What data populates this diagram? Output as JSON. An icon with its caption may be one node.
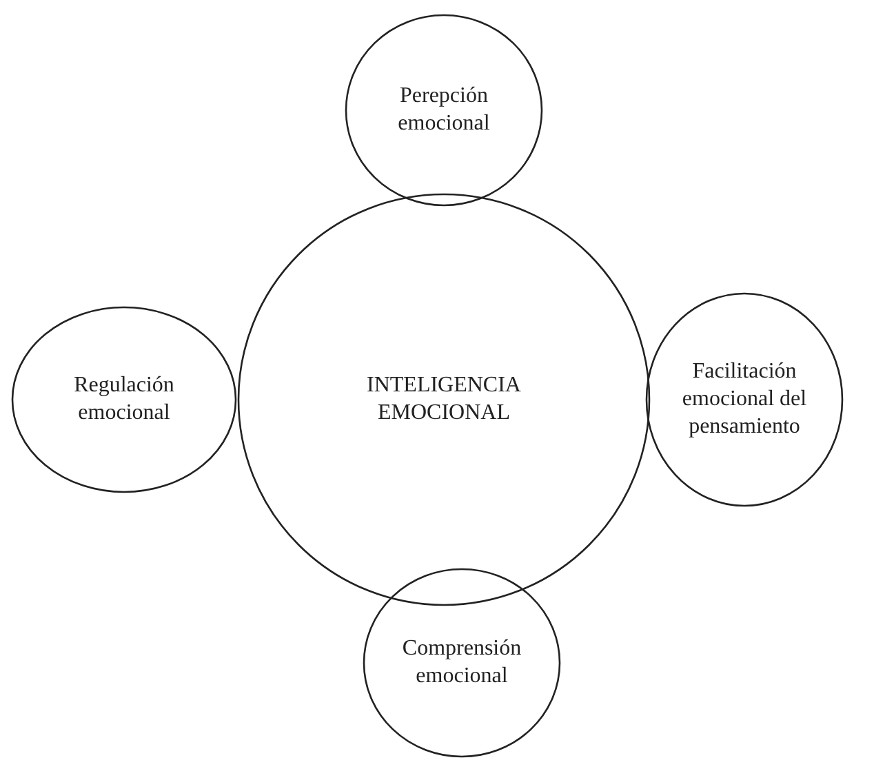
{
  "diagram": {
    "nodes": [
      {
        "text": [
          "Perepción emocional"
        ]
      },
      {
        "text": [
          "Regulación emocional"
        ]
      },
      {
        "text": [
          "INTELIGENCIA EMOCIONAL"
        ]
      },
      {
        "text": [
          "Facilitación emocional del pensamiento"
        ]
      },
      {
        "text": [
          "Comprensión emocional"
        ]
      }
    ]
  }
}
